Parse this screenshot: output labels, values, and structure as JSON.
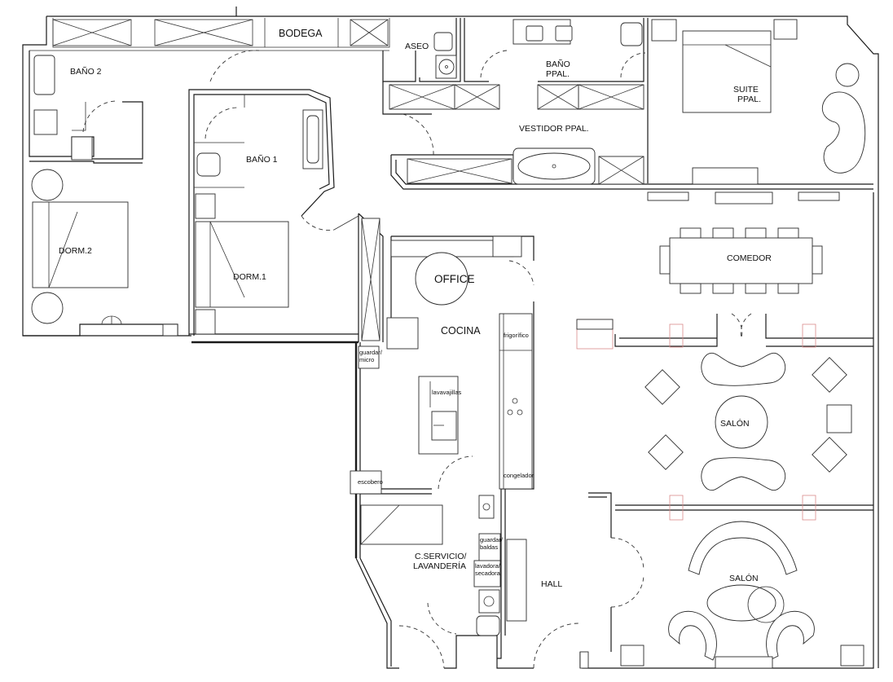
{
  "rooms": {
    "bodega": "BODEGA",
    "aseo": "ASEO",
    "bano_ppal_1": "BAÑO",
    "bano_ppal_2": "PPAL.",
    "suite_1": "SUITE",
    "suite_2": "PPAL.",
    "bano2": "BAÑO 2",
    "bano1": "BAÑO 1",
    "vestidor": "VESTIDOR PPAL.",
    "dorm2": "DORM.2",
    "dorm1": "DORM.1",
    "office": "OFFICE",
    "cocina": "COCINA",
    "comedor": "COMEDOR",
    "salon_1": "SALÓN",
    "salon_2": "SALÓN",
    "servicio_1": "C.SERVICIO/",
    "servicio_2": "LAVANDERÍA",
    "hall": "HALL"
  },
  "fixtures": {
    "frigorifico": "frigorífico",
    "lavavajillas": "lavavajillas",
    "guardamicro_1": "guardar/",
    "guardamicro_2": "micro",
    "escobero": "escobero",
    "congelador": "congelador",
    "guardabaldas_1": "guardar/",
    "guardabaldas_2": "baldas",
    "lavadora_1": "lavadora/",
    "lavadora_2": "secadora"
  }
}
